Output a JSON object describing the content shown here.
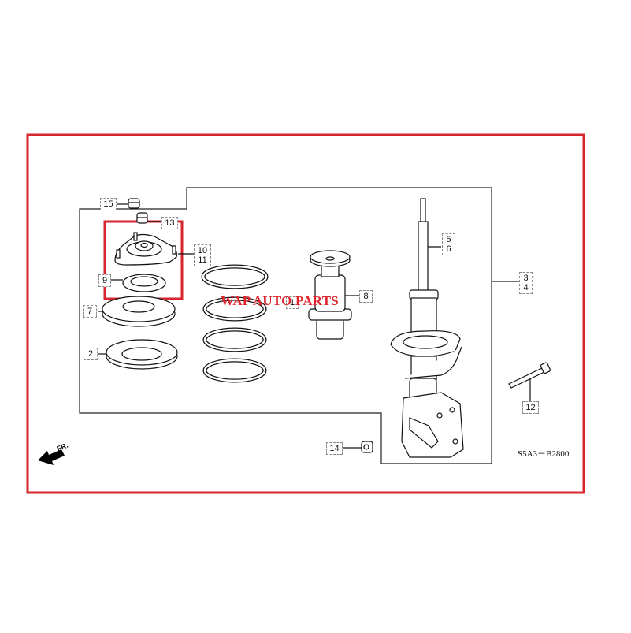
{
  "diagram": {
    "title_code": "S5A3－B2800",
    "watermark": "WAP AUTO PARTS",
    "direction_label": "FR.",
    "frame_color": "#d7262e",
    "highlight_color": "#d7262e",
    "line_color": "#111111",
    "callouts": [
      {
        "id": "15",
        "lines": [
          "15"
        ]
      },
      {
        "id": "13",
        "lines": [
          "13"
        ]
      },
      {
        "id": "10-11",
        "lines": [
          "10",
          "11"
        ]
      },
      {
        "id": "9",
        "lines": [
          "9"
        ]
      },
      {
        "id": "7",
        "lines": [
          "7"
        ]
      },
      {
        "id": "2",
        "lines": [
          "2"
        ]
      },
      {
        "id": "1",
        "lines": [
          "1"
        ]
      },
      {
        "id": "8",
        "lines": [
          "8"
        ]
      },
      {
        "id": "5-6",
        "lines": [
          "5",
          "6"
        ]
      },
      {
        "id": "3-4",
        "lines": [
          "3",
          "4"
        ]
      },
      {
        "id": "12",
        "lines": [
          "12"
        ]
      },
      {
        "id": "14",
        "lines": [
          "14"
        ]
      }
    ],
    "parts": [
      "self-locking nut (15)",
      "bump stop nut (13)",
      "strut mount (10/11)",
      "mount bearing (9)",
      "upper spring seat (7)",
      "spring mount rubber (2)",
      "coil spring (1)",
      "dust cover / bump stop (8)",
      "damper rod (5/6)",
      "shock absorber unit (3/4)",
      "flange bolt (12)",
      "flange nut (14)"
    ]
  }
}
